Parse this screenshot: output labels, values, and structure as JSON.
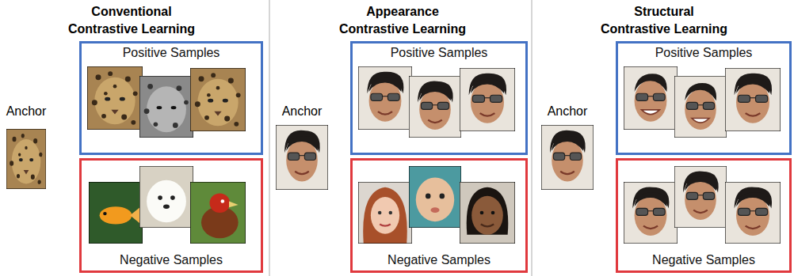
{
  "diagram": {
    "nodes": [
      {
        "text": [
          "Positive Samples"
        ]
      },
      {
        "text": [
          "Negative Samples"
        ]
      },
      {
        "text": [
          "Positive Samples"
        ]
      },
      {
        "text": [
          "Negative Samples"
        ]
      },
      {
        "text": [
          "Positive Samples"
        ]
      },
      {
        "text": [
          "Negative Samples"
        ]
      }
    ],
    "labels": [
      "Conventional Contrastive Learning",
      "Anchor",
      "Appearance Contrastive Learning",
      "Anchor",
      "Structural Contrastive Learning",
      "Anchor"
    ]
  }
}
